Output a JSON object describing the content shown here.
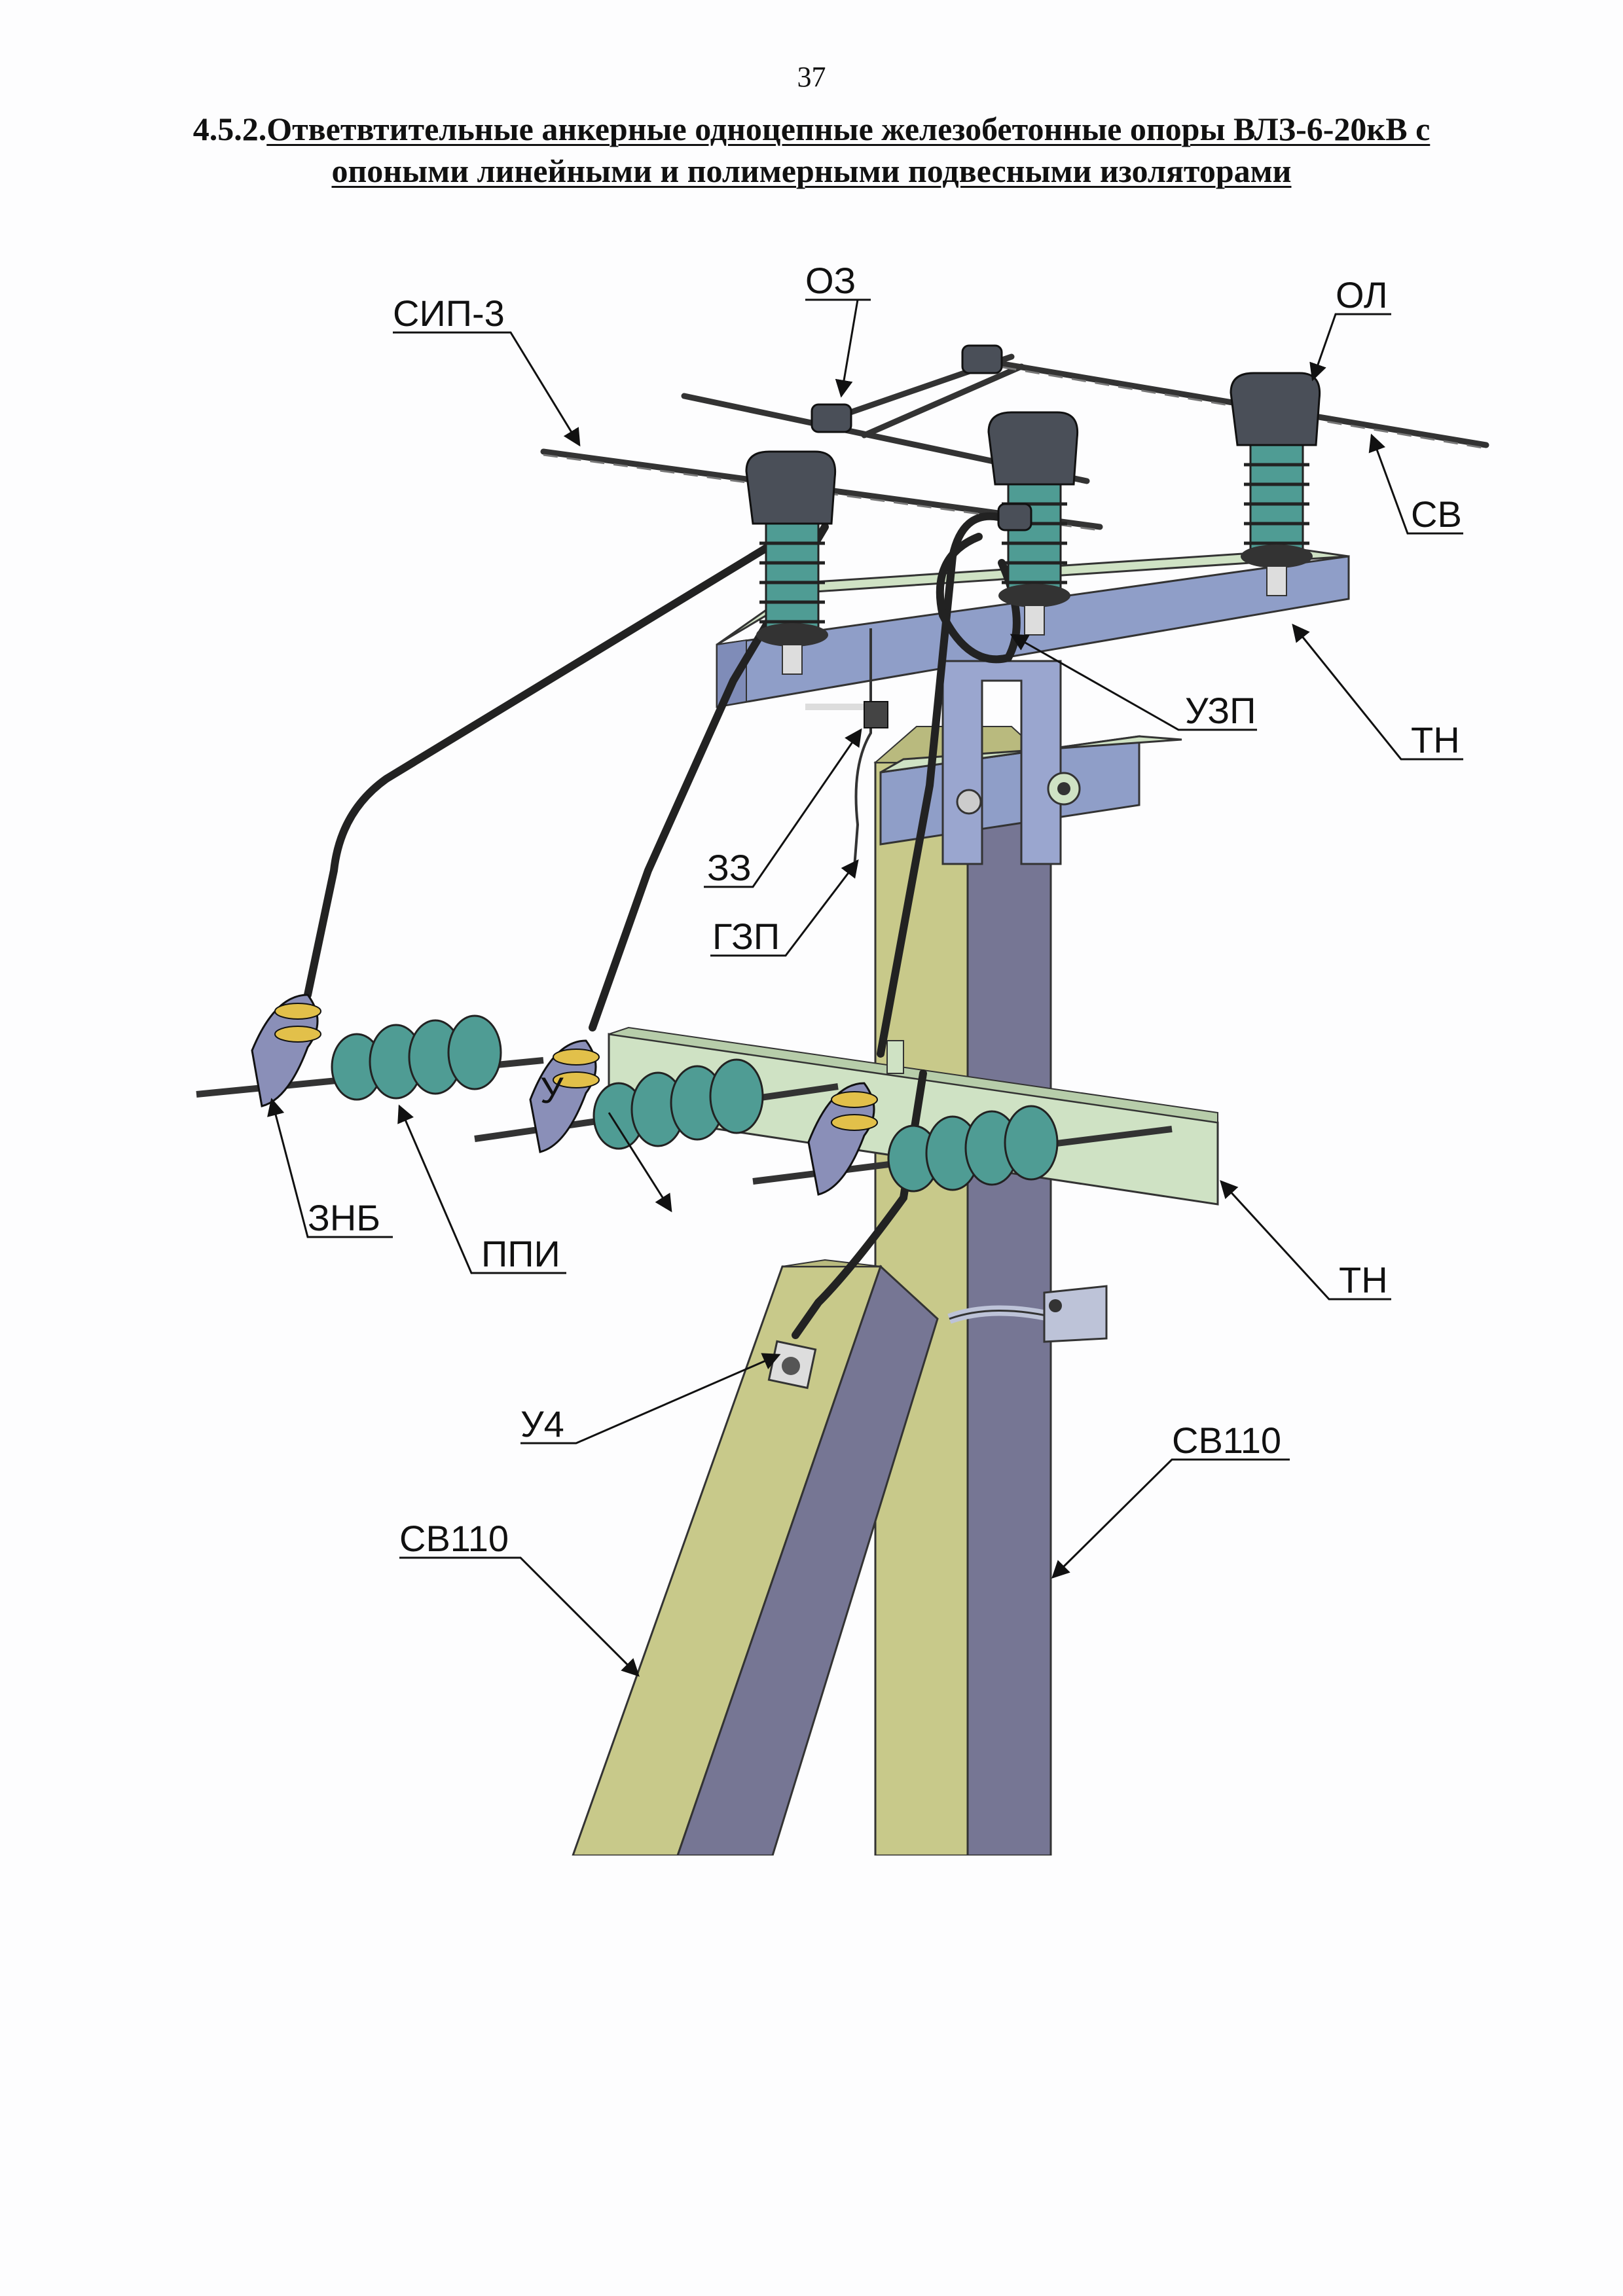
{
  "page_number": "37",
  "heading": {
    "number": "4.5.2.",
    "line1": "Ответвтительные анкерные одноцепные железобетонные опоры ВЛЗ-6-20кВ с",
    "line2": "опоными линейными и полимерными подвесными изоляторами"
  },
  "labels": {
    "sip3": "СИП-3",
    "oz": "ОЗ",
    "ol": "ОЛ",
    "sv": "СВ",
    "uzp": "УЗП",
    "tn_top": "ТН",
    "zz": "ЗЗ",
    "gzp": "ГЗП",
    "znb": "ЗНБ",
    "ppi": "ППИ",
    "tn_bottom": "ТН",
    "u4": "У4",
    "sv110_right": "СВ110",
    "sv110_left": "СВ110",
    "u_partial": "У"
  },
  "colors": {
    "pole_light": "#c8c98a",
    "pole_dark": "#767694",
    "insulator": "#4f9c94",
    "crossarm_top": "#8f9ec8",
    "crossarm_light": "#cfe2c4",
    "cap": "#4a4f58",
    "clamp": "#8a8fb8"
  }
}
